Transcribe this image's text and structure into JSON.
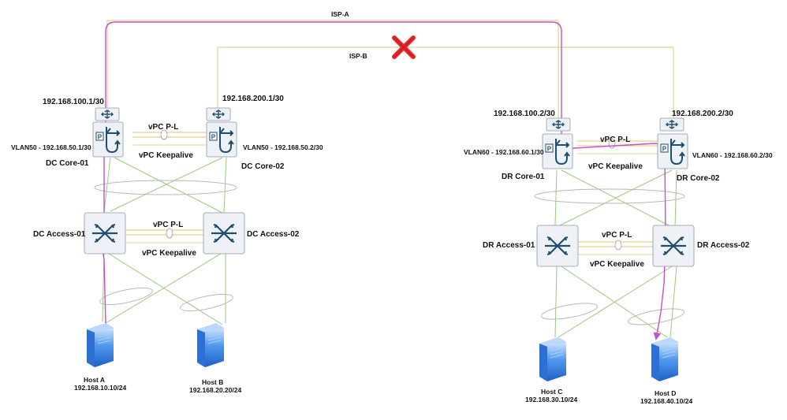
{
  "links": {
    "isp_a": "ISP-A",
    "isp_b": "ISP-B"
  },
  "dc": {
    "core1": {
      "name": "DC Core-01",
      "wan_ip": "192.168.100.1/30",
      "vlan": "VLAN50 - 192.168.50.1/30"
    },
    "core2": {
      "name": "DC Core-02",
      "wan_ip": "192.168.200.1/30",
      "vlan": "VLAN50 - 192.168.50.2/30"
    },
    "access1": {
      "name": "DC Access-01"
    },
    "access2": {
      "name": "DC Access-02"
    },
    "core_vpc_pl": "vPC P-L",
    "core_vpc_keepalive": "vPC Keepalive",
    "access_vpc_pl": "vPC P-L",
    "access_vpc_keepalive": "vPC Keepalive"
  },
  "dr": {
    "core1": {
      "name": "DR Core-01",
      "wan_ip": "192.168.100.2/30",
      "vlan": "VLAN60 - 192.168.60.1/30"
    },
    "core2": {
      "name": "DR Core-02",
      "wan_ip": "192.168.200.2/30",
      "vlan": "VLAN60 - 192.168.60.2/30"
    },
    "access1": {
      "name": "DR Access-01"
    },
    "access2": {
      "name": "DR Access-02"
    },
    "core_vpc_pl": "vPC P-L",
    "core_vpc_keepalive": "vPC Keepalive",
    "access_vpc_pl": "vPC P-L",
    "access_vpc_keepalive": "vPC Keepalive"
  },
  "hosts": {
    "a": {
      "name": "Host A",
      "ip": "192.168.10.10/24"
    },
    "b": {
      "name": "Host B",
      "ip": "192.168.20.20/24"
    },
    "c": {
      "name": "Host C",
      "ip": "192.168.30.10/24"
    },
    "d": {
      "name": "Host D",
      "ip": "192.168.40.10/24"
    }
  },
  "colors": {
    "isp_link": "#e3d28a",
    "access_link": "#9cc77a",
    "traffic_path": "#c64fd0",
    "failure_mark": "#e8262b",
    "device_fill": "#eef1f6",
    "device_icon": "#1f4f6e",
    "host_blue": "#2f7ae0"
  },
  "failure_icon": "x-mark-icon"
}
